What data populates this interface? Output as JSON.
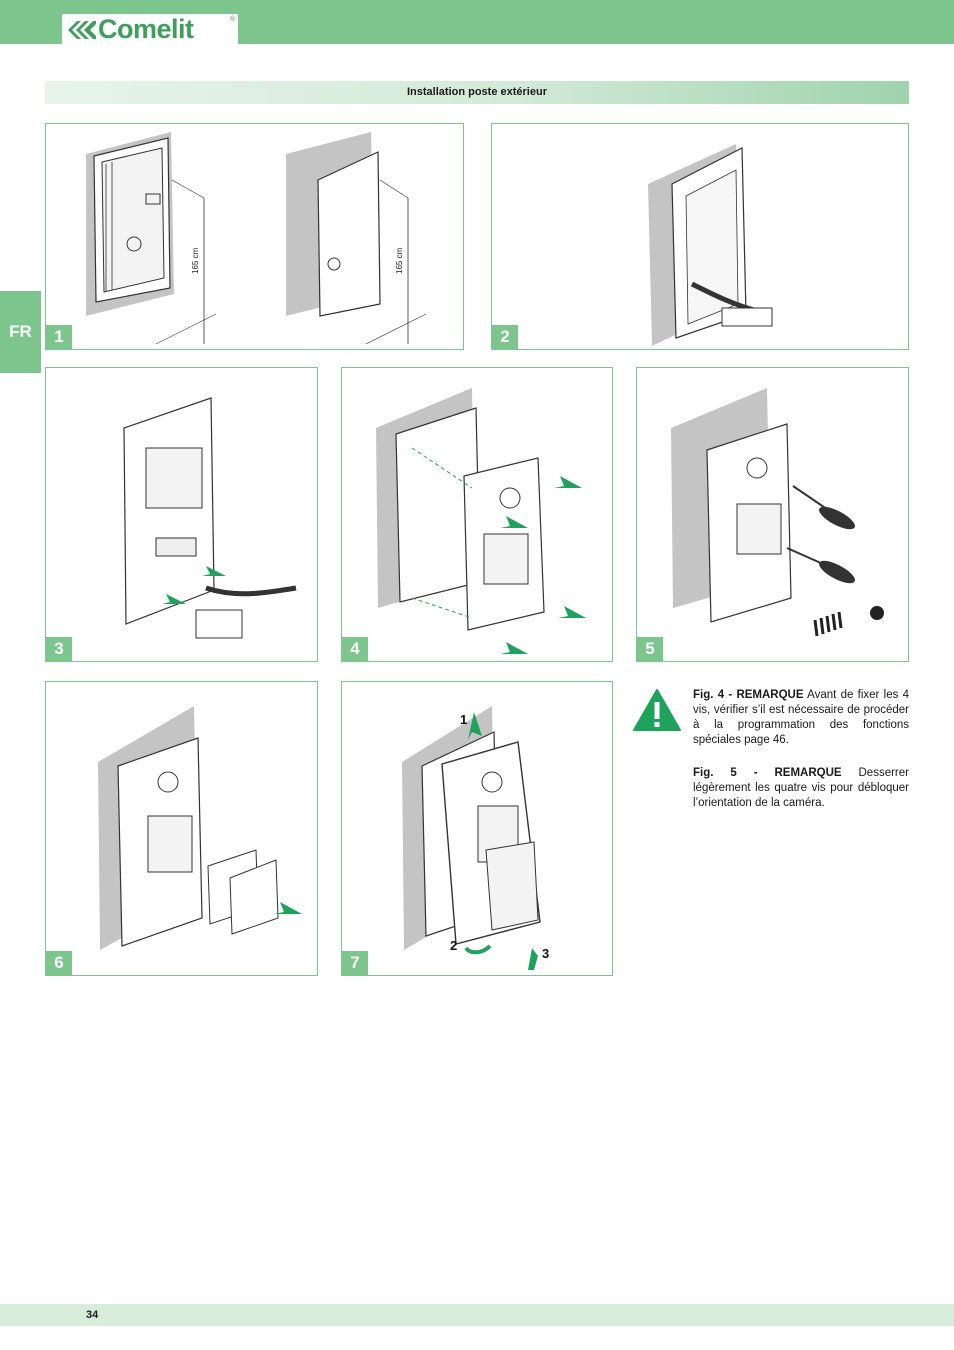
{
  "brand": {
    "name": "Comelit",
    "registered": "®"
  },
  "section": {
    "title": "Installation poste extérieur"
  },
  "language_tab": "FR",
  "figures": [
    {
      "num": "1",
      "dimension_a": "165 cm",
      "dimension_b": "165 cm"
    },
    {
      "num": "2"
    },
    {
      "num": "3"
    },
    {
      "num": "4"
    },
    {
      "num": "5"
    },
    {
      "num": "6"
    },
    {
      "num": "7",
      "step1": "1",
      "step2": "2",
      "step3": "3"
    }
  ],
  "notes": [
    {
      "label": "Fig. 4 - REMARQUE",
      "text": " Avant de fixer les 4 vis, vérifier s’il est nécessaire de procéder à la programmation des fonctions spéciales page 46."
    },
    {
      "label": "Fig. 5 - REMARQUE",
      "text": " Desserrer légèrement les quatre vis pour débloquer l’orientation de la caméra."
    }
  ],
  "page_number": "34",
  "colors": {
    "brand_green": "#7cc68e",
    "arrow_green": "#1fa35c",
    "wall_gray": "#c4c4c4"
  }
}
